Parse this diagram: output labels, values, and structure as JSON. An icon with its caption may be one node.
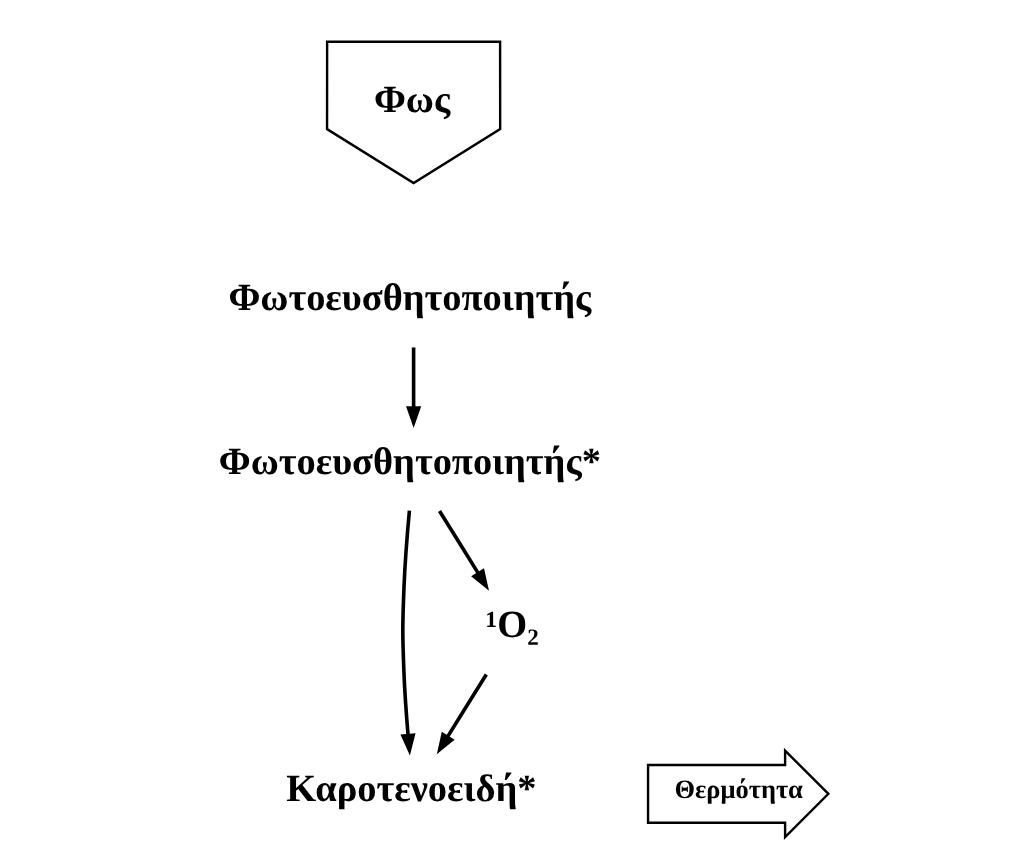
{
  "diagram": {
    "nodes": [
      {
        "text": [
          "Φως"
        ]
      },
      {
        "text": [
          "Φωτοευσθητοποιητής"
        ]
      },
      {
        "text": [
          "Φωτοευσθητοποιητής*"
        ]
      },
      {
        "text": [
          "Καροτενοειδή*"
        ]
      },
      {
        "text": [
          "Θερμότητα"
        ]
      },
      {
        "text": [
          "¹O₂"
        ]
      }
    ],
    "edges": [
      {
        "from": 1,
        "to": 2,
        "arrow": "to"
      },
      {
        "from": 2,
        "to": 3,
        "arrow": "to"
      },
      {
        "from": 2,
        "to": 5,
        "arrow": "to"
      },
      {
        "from": 5,
        "to": 3,
        "arrow": "to"
      }
    ]
  }
}
